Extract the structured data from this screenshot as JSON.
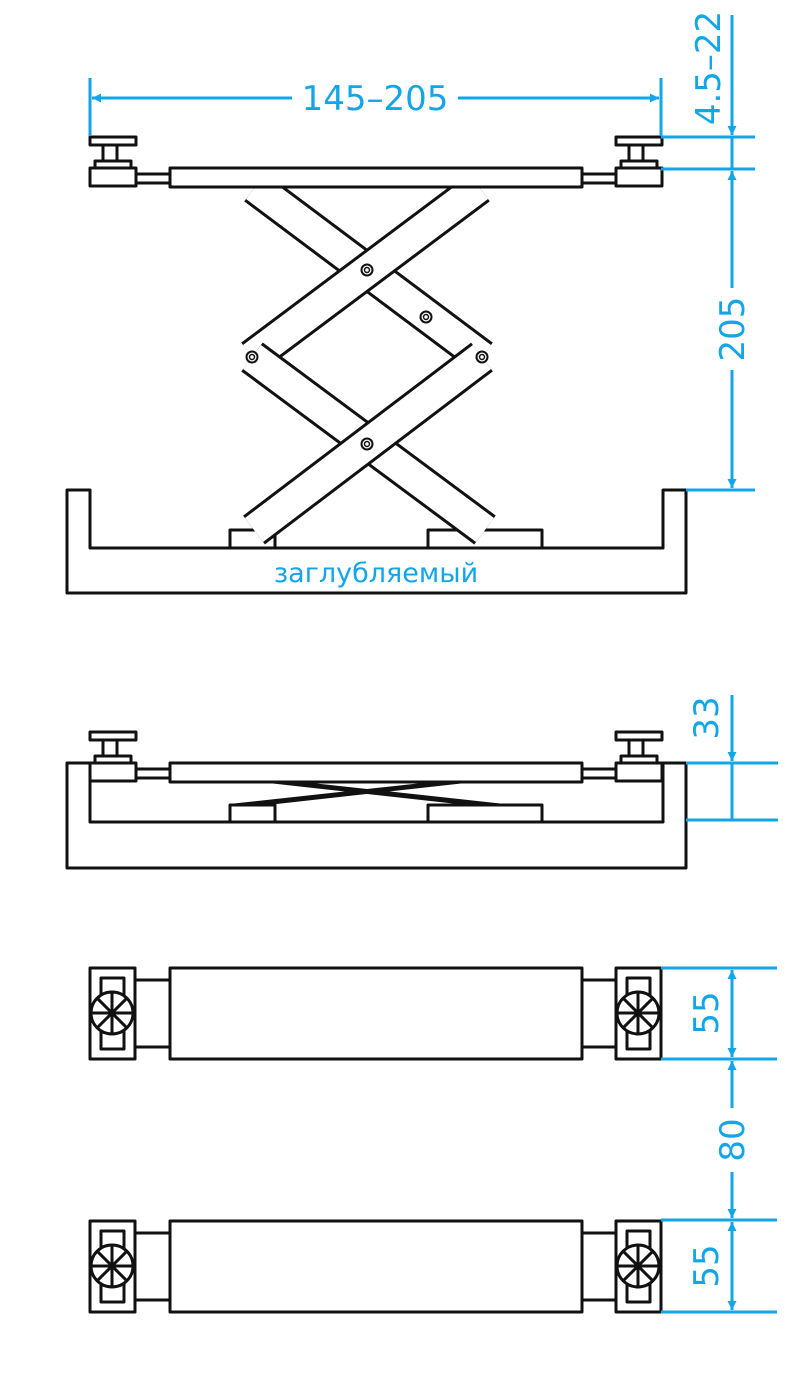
{
  "colors": {
    "dimension": "#12a6e8",
    "outline": "#111111"
  },
  "side_view_raised": {
    "caption": "заглубляемый",
    "dim_width": "145–205",
    "dim_pad_height": "4.5–22",
    "dim_lift_height": "205"
  },
  "side_view_lowered": {
    "dim_height": "33"
  },
  "plan_views": {
    "dim_width_top": "55",
    "dim_gap": "80",
    "dim_width_bottom": "55"
  }
}
